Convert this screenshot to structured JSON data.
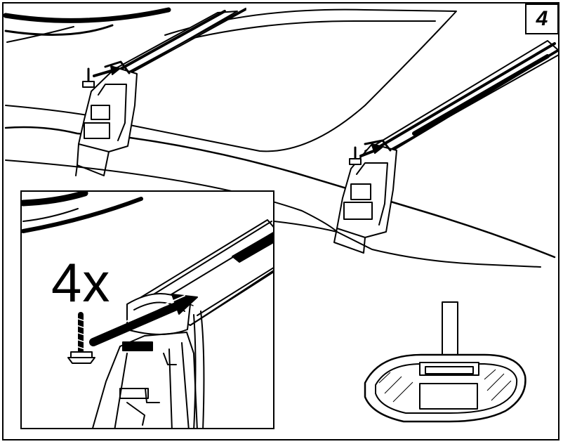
{
  "step": {
    "number": "4"
  },
  "detail": {
    "quantity_label": "4x"
  },
  "colors": {
    "line": "#000000",
    "background": "#ffffff"
  },
  "icons": [
    "bolt-icon",
    "insert-arrow-icon",
    "profile-cross-section"
  ]
}
